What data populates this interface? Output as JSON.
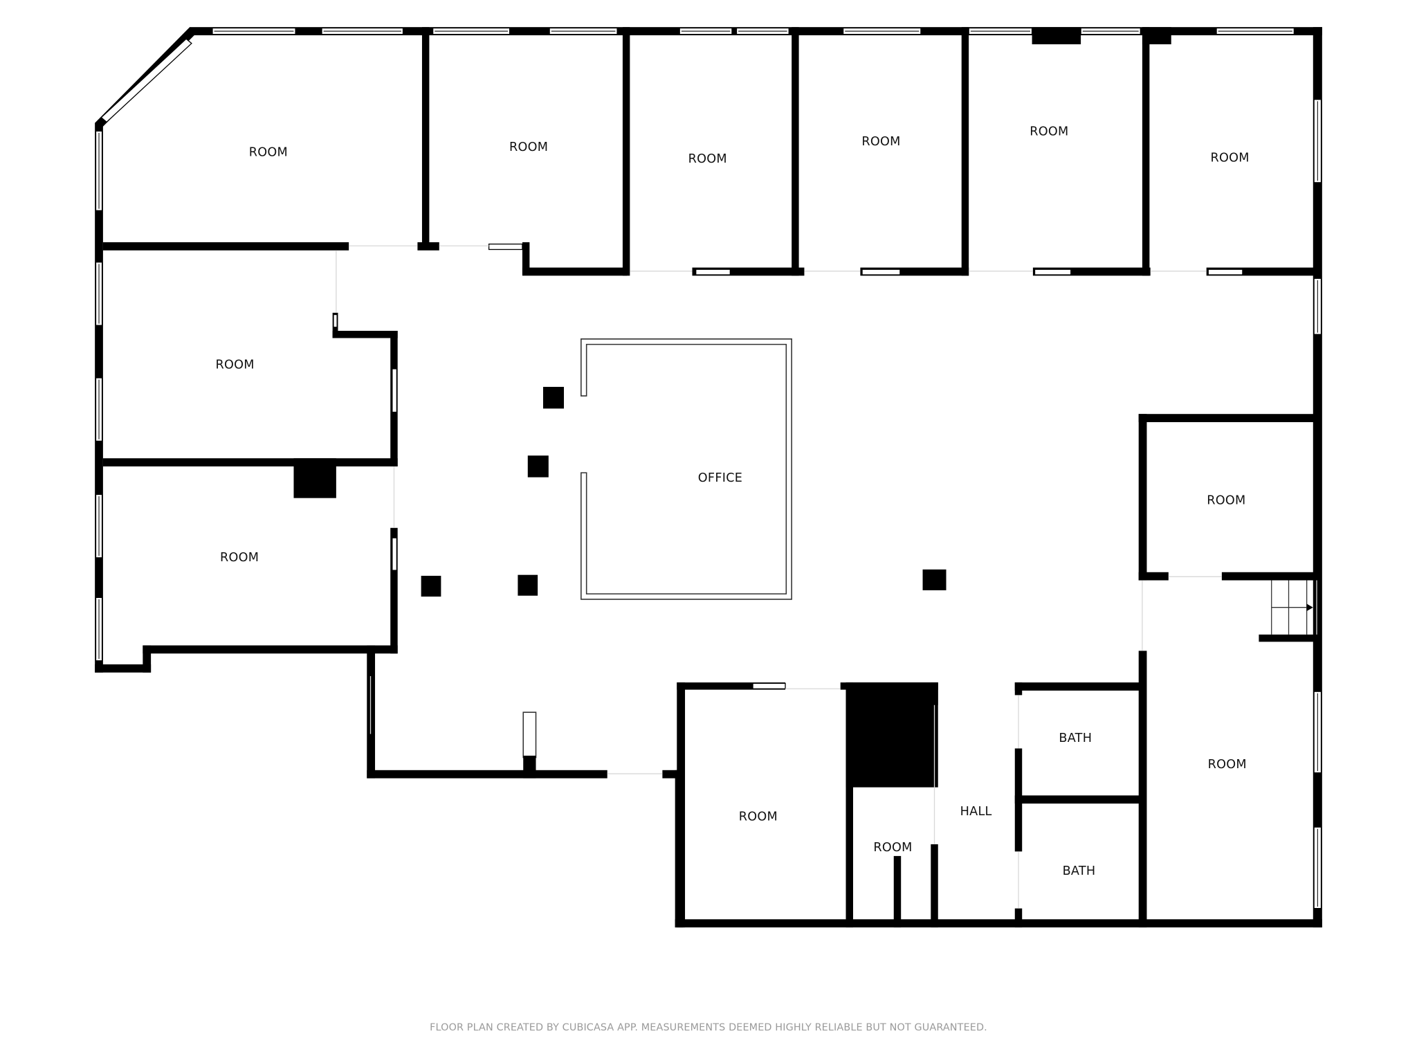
{
  "floor_plan": {
    "rooms": [
      {
        "id": "room-nw-corner",
        "label": "ROOM"
      },
      {
        "id": "room-top-2",
        "label": "ROOM"
      },
      {
        "id": "room-top-3",
        "label": "ROOM"
      },
      {
        "id": "room-top-4",
        "label": "ROOM"
      },
      {
        "id": "room-top-5",
        "label": "ROOM"
      },
      {
        "id": "room-top-ne",
        "label": "ROOM"
      },
      {
        "id": "room-west-upper",
        "label": "ROOM"
      },
      {
        "id": "room-west-lower",
        "label": "ROOM"
      },
      {
        "id": "office",
        "label": "OFFICE"
      },
      {
        "id": "room-east-mid",
        "label": "ROOM"
      },
      {
        "id": "room-east-lower",
        "label": "ROOM"
      },
      {
        "id": "room-south",
        "label": "ROOM"
      },
      {
        "id": "room-small-south",
        "label": "ROOM"
      },
      {
        "id": "hall",
        "label": "HALL"
      },
      {
        "id": "bath-upper",
        "label": "BATH"
      },
      {
        "id": "bath-lower",
        "label": "BATH"
      }
    ],
    "stairs": {
      "direction": "right"
    },
    "footer_note": "FLOOR PLAN CREATED BY CUBICASA APP. MEASUREMENTS DEEMED HIGHLY RELIABLE BUT NOT GUARANTEED.",
    "colors": {
      "wall": "#000000",
      "background": "#ffffff",
      "footer_text": "#9a9a9a"
    }
  }
}
